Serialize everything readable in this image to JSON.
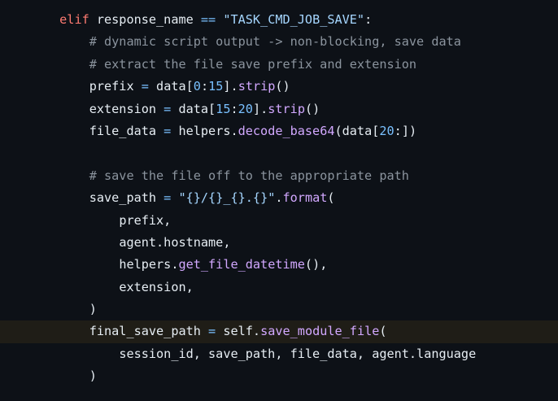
{
  "code_lines": [
    {
      "indent": 8,
      "tokens": [
        {
          "t": "elif",
          "c": "kw"
        },
        {
          "t": " response_name ",
          "c": "id"
        },
        {
          "t": "==",
          "c": "op"
        },
        {
          "t": " ",
          "c": "id"
        },
        {
          "t": "\"TASK_CMD_JOB_SAVE\"",
          "c": "str"
        },
        {
          "t": ":",
          "c": "id"
        }
      ]
    },
    {
      "indent": 12,
      "tokens": [
        {
          "t": "# dynamic script output -> non-blocking, save data",
          "c": "com"
        }
      ]
    },
    {
      "indent": 12,
      "tokens": [
        {
          "t": "# extract the file save prefix and extension",
          "c": "com"
        }
      ]
    },
    {
      "indent": 12,
      "tokens": [
        {
          "t": "prefix ",
          "c": "id"
        },
        {
          "t": "=",
          "c": "op"
        },
        {
          "t": " data[",
          "c": "id"
        },
        {
          "t": "0",
          "c": "num"
        },
        {
          "t": ":",
          "c": "id"
        },
        {
          "t": "15",
          "c": "num"
        },
        {
          "t": "].",
          "c": "id"
        },
        {
          "t": "strip",
          "c": "fn"
        },
        {
          "t": "()",
          "c": "id"
        }
      ]
    },
    {
      "indent": 12,
      "tokens": [
        {
          "t": "extension ",
          "c": "id"
        },
        {
          "t": "=",
          "c": "op"
        },
        {
          "t": " data[",
          "c": "id"
        },
        {
          "t": "15",
          "c": "num"
        },
        {
          "t": ":",
          "c": "id"
        },
        {
          "t": "20",
          "c": "num"
        },
        {
          "t": "].",
          "c": "id"
        },
        {
          "t": "strip",
          "c": "fn"
        },
        {
          "t": "()",
          "c": "id"
        }
      ]
    },
    {
      "indent": 12,
      "tokens": [
        {
          "t": "file_data ",
          "c": "id"
        },
        {
          "t": "=",
          "c": "op"
        },
        {
          "t": " helpers.",
          "c": "id"
        },
        {
          "t": "decode_base64",
          "c": "fn"
        },
        {
          "t": "(data[",
          "c": "id"
        },
        {
          "t": "20",
          "c": "num"
        },
        {
          "t": ":])",
          "c": "id"
        }
      ]
    },
    {
      "indent": 0,
      "tokens": []
    },
    {
      "indent": 12,
      "tokens": [
        {
          "t": "# save the file off to the appropriate path",
          "c": "com"
        }
      ]
    },
    {
      "indent": 12,
      "tokens": [
        {
          "t": "save_path ",
          "c": "id"
        },
        {
          "t": "=",
          "c": "op"
        },
        {
          "t": " ",
          "c": "id"
        },
        {
          "t": "\"{}/{}_{}.{}\"",
          "c": "str"
        },
        {
          "t": ".",
          "c": "id"
        },
        {
          "t": "format",
          "c": "fn"
        },
        {
          "t": "(",
          "c": "id"
        }
      ]
    },
    {
      "indent": 16,
      "tokens": [
        {
          "t": "prefix,",
          "c": "id"
        }
      ]
    },
    {
      "indent": 16,
      "tokens": [
        {
          "t": "agent.hostname,",
          "c": "id"
        }
      ]
    },
    {
      "indent": 16,
      "tokens": [
        {
          "t": "helpers.",
          "c": "id"
        },
        {
          "t": "get_file_datetime",
          "c": "fn"
        },
        {
          "t": "(),",
          "c": "id"
        }
      ]
    },
    {
      "indent": 16,
      "tokens": [
        {
          "t": "extension,",
          "c": "id"
        }
      ]
    },
    {
      "indent": 12,
      "tokens": [
        {
          "t": ")",
          "c": "id"
        }
      ]
    },
    {
      "indent": 12,
      "highlight": true,
      "tokens": [
        {
          "t": "final_save_path ",
          "c": "id"
        },
        {
          "t": "=",
          "c": "op"
        },
        {
          "t": " self.",
          "c": "id"
        },
        {
          "t": "save_module_file",
          "c": "fn"
        },
        {
          "t": "(",
          "c": "id"
        }
      ]
    },
    {
      "indent": 16,
      "tokens": [
        {
          "t": "session_id, save_path, file_data, agent.language",
          "c": "id"
        }
      ]
    },
    {
      "indent": 12,
      "tokens": [
        {
          "t": ")",
          "c": "id"
        }
      ]
    }
  ],
  "colors": {
    "background": "#0d1117",
    "highlight_line": "#1f1d17",
    "keyword": "#ff7b72",
    "string": "#a5d6ff",
    "comment": "#8b949e",
    "function": "#d2a8ff",
    "number": "#79c0ff",
    "text": "#e6edf3"
  }
}
